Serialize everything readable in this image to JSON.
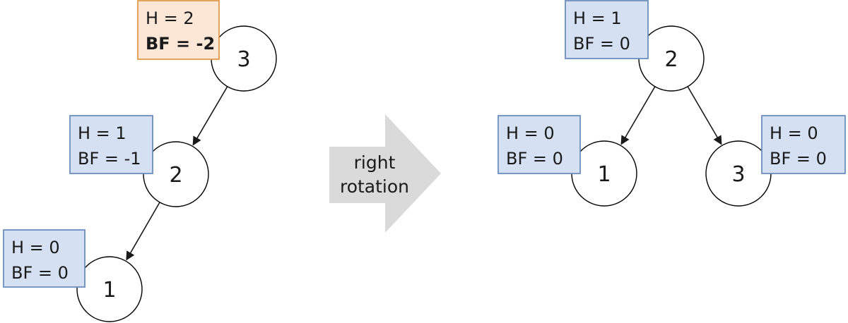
{
  "colors": {
    "node_stroke": "#000000",
    "edge": "#1a1a1a",
    "info_fill": "#d5e0f2",
    "info_stroke": "#6c8ebf",
    "warn_fill": "#fce7d7",
    "warn_stroke": "#e09a4a",
    "arrow_fill": "#dadada",
    "text": "#1a1a1a"
  },
  "before": {
    "nodes": [
      {
        "id": "b3",
        "label": "3",
        "h": "H = 2",
        "bf": "BF = -2",
        "highlight": true
      },
      {
        "id": "b2",
        "label": "2",
        "h": "H = 1",
        "bf": "BF = -1",
        "highlight": false
      },
      {
        "id": "b1",
        "label": "1",
        "h": "H = 0",
        "bf": "BF = 0",
        "highlight": false
      }
    ],
    "edges": [
      [
        "b3",
        "b2"
      ],
      [
        "b2",
        "b1"
      ]
    ]
  },
  "transition": {
    "line1": "right",
    "line2": "rotation"
  },
  "after": {
    "nodes": [
      {
        "id": "a2",
        "label": "2",
        "h": "H = 1",
        "bf": "BF = 0",
        "highlight": false
      },
      {
        "id": "a1",
        "label": "1",
        "h": "H = 0",
        "bf": "BF = 0",
        "highlight": false
      },
      {
        "id": "a3",
        "label": "3",
        "h": "H = 0",
        "bf": "BF = 0",
        "highlight": false
      }
    ],
    "edges": [
      [
        "a2",
        "a1"
      ],
      [
        "a2",
        "a3"
      ]
    ]
  }
}
